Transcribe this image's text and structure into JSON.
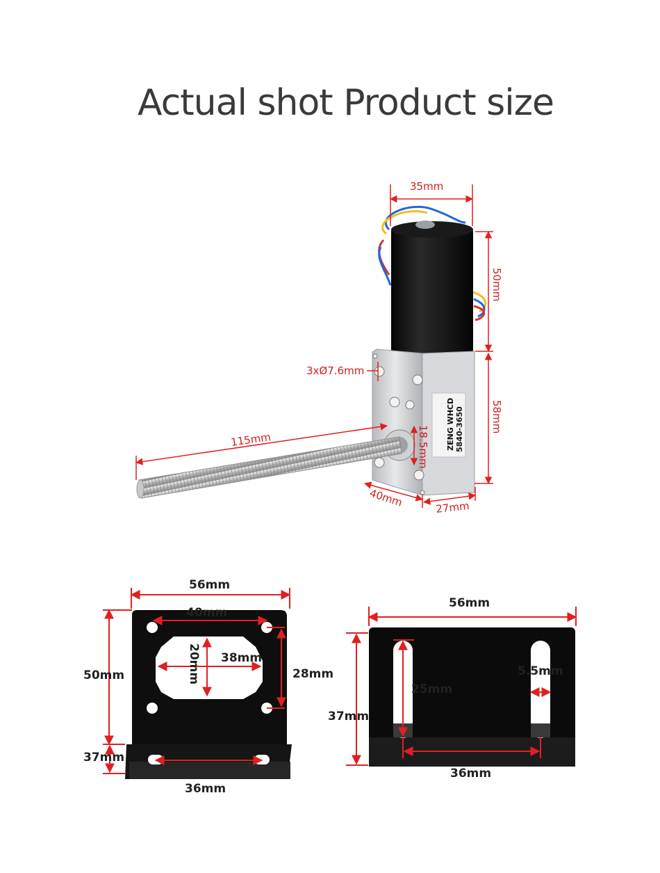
{
  "title": "Actual shot Product size",
  "colors": {
    "dimension": "#e02020",
    "motor_can": "#111111",
    "gearbox": "#c9ccd0",
    "bracket": "#111111"
  },
  "motor": {
    "label_line1": "ZENG WHCD",
    "label_line2": "5840-3650",
    "dims": {
      "width": "35mm",
      "height": "50mm",
      "holes": "3xØ7.6mm",
      "gearbox_height": "58mm",
      "shaft_length": "115mm",
      "shaft_boss": "18.5mm",
      "depth": "40mm",
      "gearbox_width": "27mm"
    }
  },
  "bracket_left": {
    "dims": {
      "width": "56mm",
      "hole_spacing": "40mm",
      "opening_height": "20mm",
      "opening_width": "38mm",
      "height": "50mm",
      "hole_vertical": "28mm",
      "foot": "37mm",
      "foot_holes": "36mm"
    }
  },
  "bracket_right": {
    "dims": {
      "width": "56mm",
      "slot_width": "5.5mm",
      "slot_length": "25mm",
      "height": "37mm",
      "slot_spacing": "36mm"
    }
  }
}
